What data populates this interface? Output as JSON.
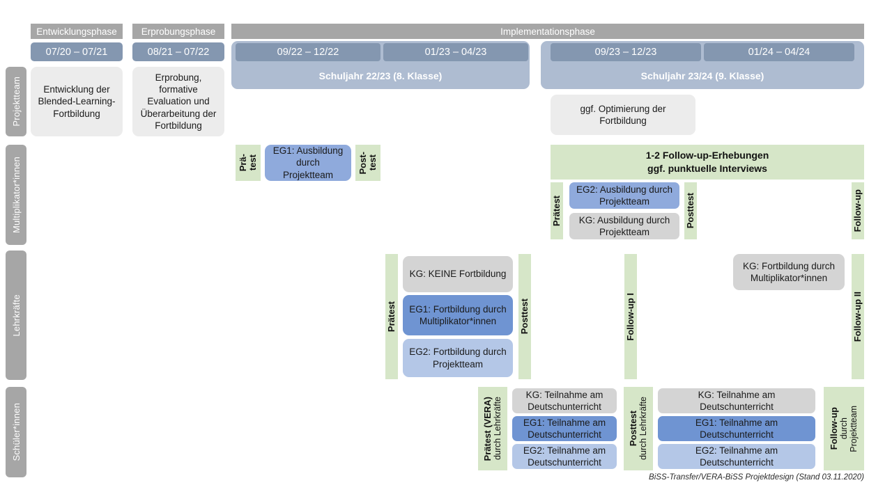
{
  "diagram": {
    "title_footer": "BiSS-Transfer/VERA-BiSS Projektdesign (Stand 03.11.2020)",
    "colors": {
      "header_grey": "#A6A6A6",
      "period_blue": "#8497B0",
      "schoolyear_blue": "#AEBCD1",
      "box_grey": "#ECECEC",
      "box_grey_dark": "#D4D4D4",
      "eg1_blue": "#6F94D2",
      "eg2_blue": "#B4C7E7",
      "mid_blue": "#8FAADC",
      "green": "#D6E6C8"
    }
  },
  "phases": [
    {
      "label": "Entwicklungsphase"
    },
    {
      "label": "Erprobungsphase"
    },
    {
      "label": "Implementationsphase"
    }
  ],
  "periods": [
    {
      "label": "07/20 – 07/21"
    },
    {
      "label": "08/21 – 07/22"
    },
    {
      "label": "09/22 – 12/22"
    },
    {
      "label": "01/23 – 04/23"
    },
    {
      "label": "09/23 – 12/23"
    },
    {
      "label": "01/24 – 04/24"
    }
  ],
  "school_years": [
    {
      "label": "Schuljahr 22/23 (8. Klasse)"
    },
    {
      "label": "Schuljahr 23/24 (9. Klasse)"
    }
  ],
  "rows": [
    {
      "role": "Projektteam"
    },
    {
      "role": "Multiplikator*innen"
    },
    {
      "role": "Lehrkräfte"
    },
    {
      "role": "Schüler*innen"
    }
  ],
  "projektteam": {
    "entwicklung": "Entwicklung der Blended-Learning-Fortbildung",
    "erprobung": "Erprobung, formative Evaluation und Überarbeitung der Fortbildung",
    "optimierung": "ggf. Optimierung der Fortbildung"
  },
  "multiplikator": {
    "praetest_short_l1": "Prä-",
    "praetest_short_l2": "test",
    "posttest_short_l1": "Post-",
    "posttest_short_l2": "test",
    "eg1_ausbildung": "EG1: Ausbildung durch Projektteam",
    "followup_banner_l1": "1-2 Follow-up-Erhebungen",
    "followup_banner_l2": "ggf. punktuelle Interviews",
    "praetest": "Prätest",
    "posttest": "Posttest",
    "followup": "Follow-up",
    "eg2_ausbildung": "EG2:  Ausbildung durch Projektteam",
    "kg_ausbildung": "KG: Ausbildung durch Projektteam"
  },
  "lehrkraefte": {
    "praetest": "Prätest",
    "posttest": "Posttest",
    "followup_1": "Follow-up I",
    "followup_2": "Follow-up II",
    "kg_keine": "KG:  KEINE Fortbildung",
    "eg1": "EG1: Fortbildung durch Multiplikator*innen",
    "eg2": "EG2: Fortbildung durch Projektteam",
    "kg_fortbildung": "KG: Fortbildung durch Multiplikator*innen"
  },
  "schueler": {
    "praetest_title": "Prätest (VERA)",
    "praetest_sub": "durch Lehrkräfte",
    "posttest_title": "Posttest",
    "posttest_sub": "durch Lehrkräfte",
    "followup_title": "Follow-up",
    "followup_sub1": "durch",
    "followup_sub2": "Projektteam",
    "left": [
      {
        "label": "KG: Teilnahme am Deutschunterricht",
        "style": "grey"
      },
      {
        "label": "EG1: Teilnahme am Deutschunterricht",
        "style": "eg1"
      },
      {
        "label": "EG2: Teilnahme am Deutschunterricht",
        "style": "eg2"
      }
    ],
    "right": [
      {
        "label": "KG: Teilnahme am Deutschunterricht",
        "style": "grey"
      },
      {
        "label": "EG1: Teilnahme am Deutschunterricht",
        "style": "eg1"
      },
      {
        "label": "EG2: Teilnahme am Deutschunterricht",
        "style": "eg2"
      }
    ]
  }
}
